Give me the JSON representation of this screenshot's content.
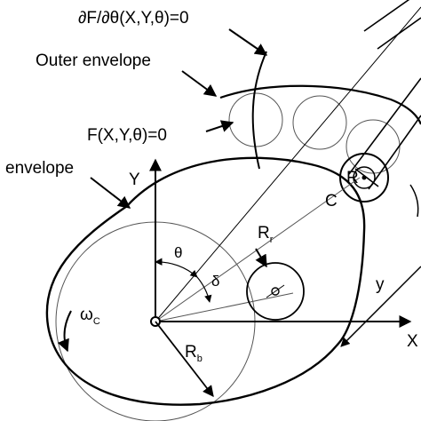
{
  "labels": {
    "derivative_eq": "∂F/∂θ(X,Y,θ)=0",
    "outer_envelope": "Outer envelope",
    "family_eq": "F(X,Y,θ)=0",
    "envelope": "envelope",
    "axis_Y": "Y",
    "axis_X": "X",
    "axis_y": "y",
    "point_C": "C",
    "theta": "θ",
    "delta": "δ",
    "R_r_main": "R",
    "R_r_sub": "r",
    "R_b_main": "R",
    "R_b_sub": "b",
    "omega_main": "ω",
    "omega_sub": "C",
    "R_follower": "R"
  },
  "colors": {
    "stroke": "#000000",
    "thin_stroke": "#555555",
    "background": "#ffffff"
  }
}
